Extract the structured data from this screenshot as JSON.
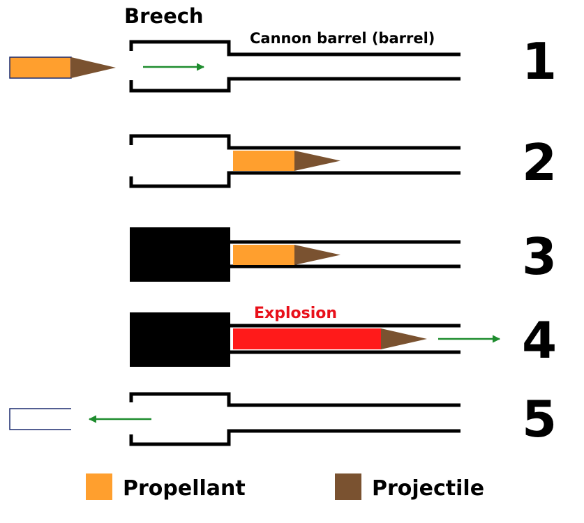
{
  "labels": {
    "breech": "Breech",
    "barrel": "Cannon barrel (barrel)",
    "explosion": "Explosion"
  },
  "steps": [
    {
      "number": "1",
      "state": "loading"
    },
    {
      "number": "2",
      "state": "loaded"
    },
    {
      "number": "3",
      "state": "breech-closed"
    },
    {
      "number": "4",
      "state": "firing"
    },
    {
      "number": "5",
      "state": "casing-ejected"
    }
  ],
  "legend": {
    "propellant": "Propellant",
    "projectile": "Projectile"
  },
  "colors": {
    "propellant": "#FF9F2E",
    "projectile": "#7A5230",
    "explosion": "#FF1A1A",
    "arrow": "#1E8C2E",
    "breech_closed": "#000000",
    "outline": "#000000",
    "explosion_text": "#E8101A",
    "casing_outline": "#1A2A6E"
  }
}
